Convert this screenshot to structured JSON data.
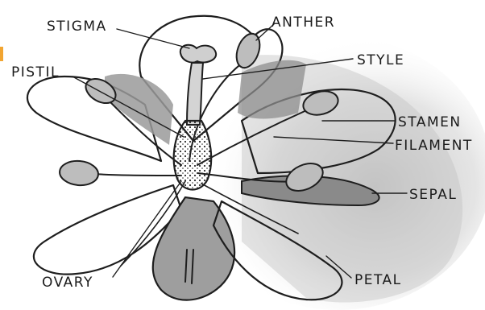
{
  "diagram": {
    "labels": {
      "stigma": "STIGMA",
      "anther": "ANTHER",
      "style": "STYLE",
      "pistil": "PISTIL",
      "stamen": "STAMEN",
      "filament": "FILAMENT",
      "sepal": "SEPAL",
      "ovary": "OVARY",
      "petal": "PETAL"
    },
    "colors": {
      "ink": "#1e1e1e",
      "wash": "#a8a8a8",
      "wash_dark": "#7e7e7e",
      "accent": "#f2a531"
    }
  }
}
